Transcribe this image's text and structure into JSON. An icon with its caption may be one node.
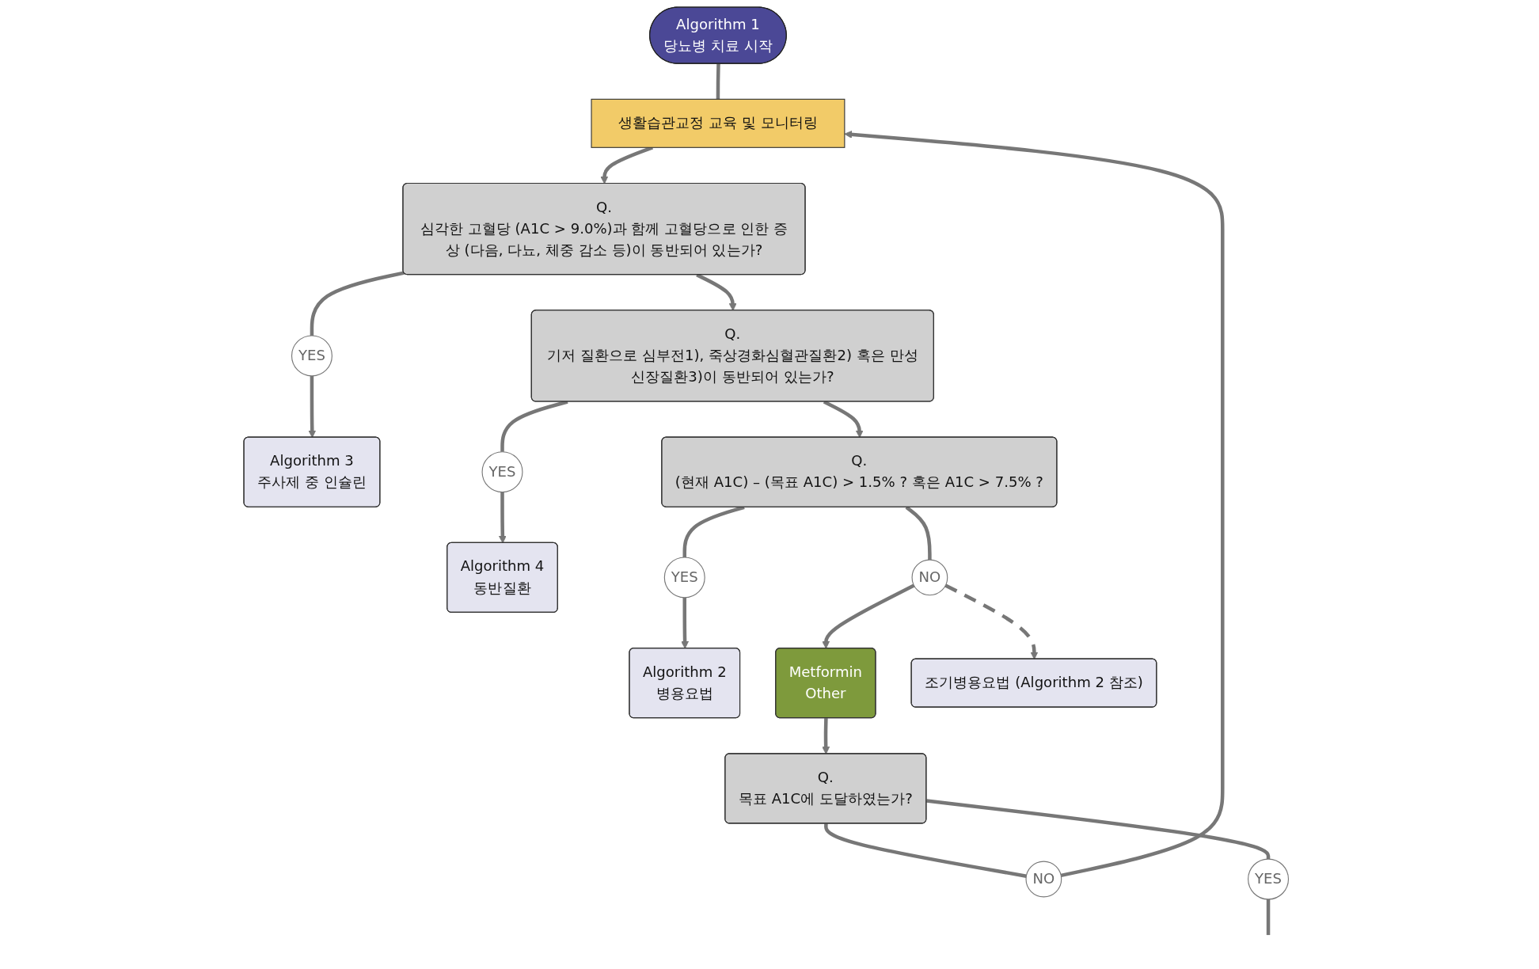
{
  "diagram": {
    "nodes": [
      {
        "text": [
          "Algorithm 1",
          "당뇨병 치료 시작"
        ]
      },
      {
        "text": [
          "생활습관교정 교육 및 모니터링"
        ]
      },
      {
        "text": [
          "Q.",
          "심각한 고혈당 (A1C > 9.0%)과 함께 고혈당으로 인한 증상 (다음, 다뇨, 체중 감소 등)이 동반되어 있는가?"
        ]
      },
      {
        "text": [
          "YES"
        ]
      },
      {
        "text": [
          "Algorithm 3",
          "주사제 중 인슐린"
        ]
      },
      {
        "text": [
          "Q.",
          "기저 질환으로 심부전1), 죽상경화심혈관질환2) 혹은 만성신장질환3)이 동반되어 있는가?"
        ]
      },
      {
        "text": [
          "YES"
        ]
      },
      {
        "text": [
          "Algorithm 4",
          "동반질환"
        ]
      },
      {
        "text": [
          "Q.",
          "(현재 A1C) – (목표 A1C) > 1.5% ? 혹은 A1C > 7.5% ?"
        ]
      },
      {
        "text": [
          "YES"
        ]
      },
      {
        "text": [
          "Algorithm 2",
          "병용요법"
        ]
      },
      {
        "text": [
          "NO"
        ]
      },
      {
        "text": [
          "Metformin",
          "Other"
        ]
      },
      {
        "text": [
          "조기병용요법 (Algorithm 2 참조)"
        ]
      },
      {
        "text": [
          "Q.",
          "목표 A1C에 도달하였는가?"
        ]
      },
      {
        "text": [
          "NO"
        ]
      },
      {
        "text": [
          "YES"
        ]
      }
    ],
    "edges": [
      {
        "from": 0,
        "to": 1,
        "arrow": "none"
      },
      {
        "from": 1,
        "to": 2,
        "arrow": "to"
      },
      {
        "from": 2,
        "to": 3,
        "arrow": "none"
      },
      {
        "from": 3,
        "to": 4,
        "arrow": "to"
      },
      {
        "from": 2,
        "to": 5,
        "arrow": "to"
      },
      {
        "from": 5,
        "to": 6,
        "arrow": "none"
      },
      {
        "from": 6,
        "to": 7,
        "arrow": "to"
      },
      {
        "from": 5,
        "to": 8,
        "arrow": "to"
      },
      {
        "from": 8,
        "to": 9,
        "arrow": "none"
      },
      {
        "from": 9,
        "to": 10,
        "arrow": "to"
      },
      {
        "from": 8,
        "to": 11,
        "arrow": "none"
      },
      {
        "from": 11,
        "to": 12,
        "arrow": "to"
      },
      {
        "from": 11,
        "to": 13,
        "arrow": "to",
        "style": "dashed"
      },
      {
        "from": 12,
        "to": 14,
        "arrow": "to"
      },
      {
        "from": 14,
        "to": 15,
        "arrow": "none"
      },
      {
        "from": 15,
        "to": 1,
        "arrow": "to"
      },
      {
        "from": 14,
        "to": 16,
        "arrow": "none"
      },
      {
        "from": 16,
        "to": null,
        "arrow": "none"
      }
    ]
  }
}
